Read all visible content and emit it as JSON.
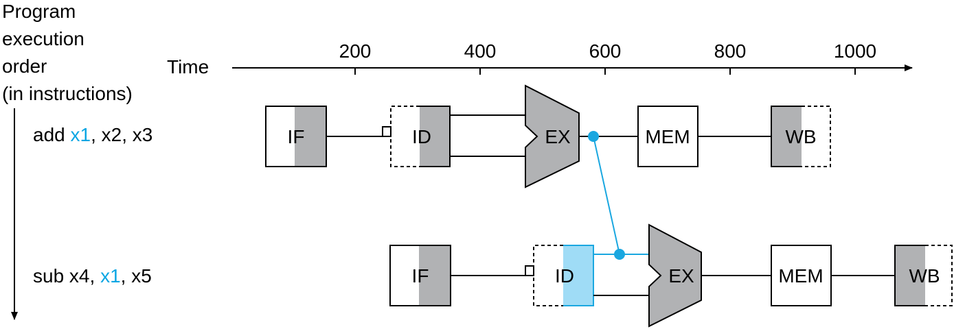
{
  "axis": {
    "order_label": [
      "Program",
      "execution",
      "order",
      "(in instructions)"
    ],
    "time_label": "Time",
    "ticks": [
      "200",
      "400",
      "600",
      "800",
      "1000"
    ]
  },
  "instructions": [
    {
      "parts": [
        "add ",
        "x1",
        ", x2, x3"
      ]
    },
    {
      "parts": [
        "sub x4, ",
        "x1",
        ", x5"
      ]
    }
  ],
  "stages": {
    "if": "IF",
    "id": "ID",
    "ex": "EX",
    "mem": "MEM",
    "wb": "WB"
  },
  "colors": {
    "gray": "#b1b2b4",
    "blue_text": "#0aa6e3",
    "blue_fill": "#9fdcf6",
    "forward_line": "#1aa7e0"
  }
}
